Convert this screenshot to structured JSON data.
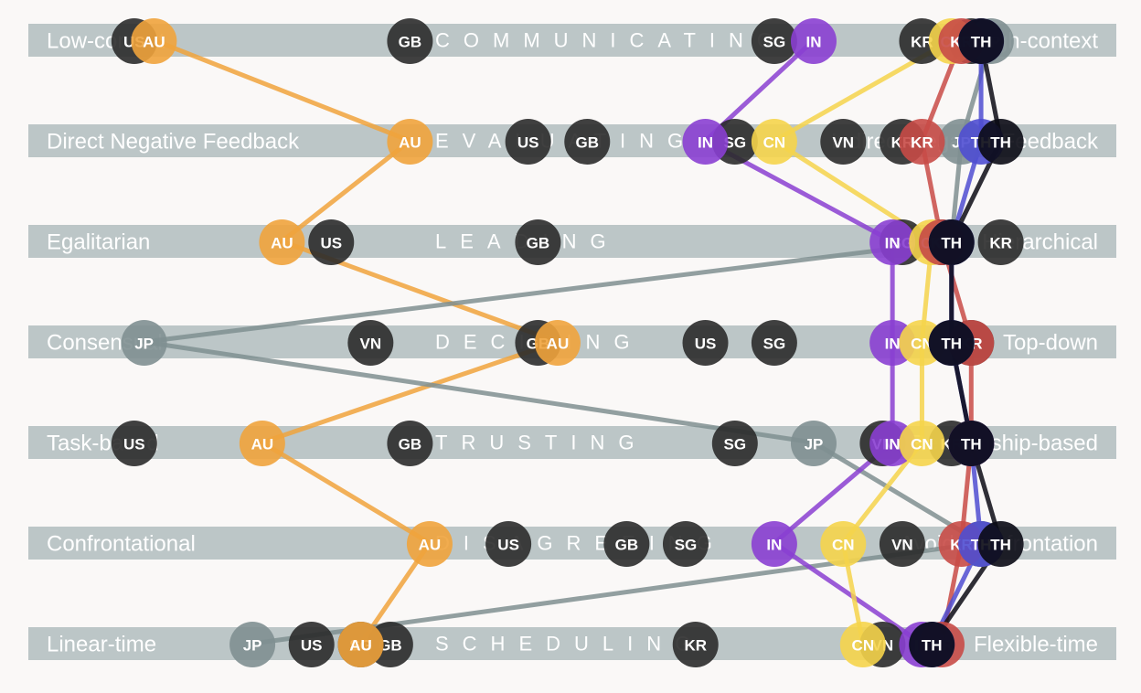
{
  "chart_data": {
    "type": "scatter",
    "title": "",
    "xlim": [
      0,
      100
    ],
    "dimensions": [
      {
        "name": "COMMUNICATING",
        "left": "Low-context",
        "right": "High-context"
      },
      {
        "name": "EVALUATING",
        "left": "Direct Negative Feedback",
        "right": "Indirect Negative Feedback"
      },
      {
        "name": "LEADING",
        "left": "Egalitarian",
        "right": "Hierarchical"
      },
      {
        "name": "DECIDING",
        "left": "Consensual",
        "right": "Top-down"
      },
      {
        "name": "TRUSTING",
        "left": "Task-based",
        "right": "Relationship-based"
      },
      {
        "name": "DISAGREEING",
        "left": "Confrontational",
        "right": "Avoids confrontation"
      },
      {
        "name": "SCHEDULING",
        "left": "Linear-time",
        "right": "Flexible-time"
      }
    ],
    "countries": [
      {
        "code": "US",
        "color": "#2b2b2b",
        "highlight": false,
        "values": [
          5,
          45,
          25,
          63,
          5,
          43,
          23
        ]
      },
      {
        "code": "GB",
        "color": "#2b2b2b",
        "highlight": false,
        "values": [
          33,
          51,
          46,
          46,
          33,
          55,
          31
        ]
      },
      {
        "code": "SG",
        "color": "#2b2b2b",
        "highlight": false,
        "values": [
          70,
          66,
          83,
          70,
          66,
          61,
          28
        ]
      },
      {
        "code": "KR",
        "color": "#2b2b2b",
        "highlight": false,
        "values": [
          85,
          83,
          93,
          90,
          88,
          91,
          62
        ]
      },
      {
        "code": "VN",
        "color": "#2b2b2b",
        "highlight": false,
        "values": [
          90,
          77,
          87,
          29,
          81,
          83,
          81
        ]
      },
      {
        "code": "AU",
        "color": "#f0a33c",
        "highlight": true,
        "values": [
          7,
          33,
          20,
          48,
          18,
          35,
          28
        ]
      },
      {
        "code": "JP",
        "color": "#7f8f91",
        "highlight": true,
        "values": [
          92,
          89,
          88,
          6,
          74,
          91,
          17
        ]
      },
      {
        "code": "IN",
        "color": "#8a3fd1",
        "highlight": true,
        "values": [
          74,
          63,
          82,
          82,
          82,
          70,
          85
        ]
      },
      {
        "code": "CN",
        "color": "#f5d44b",
        "highlight": true,
        "values": [
          88,
          70,
          86,
          85,
          85,
          77,
          79
        ]
      },
      {
        "code": "KR2",
        "label": "KR",
        "color": "#c84b47",
        "highlight": true,
        "values": [
          89,
          85,
          87,
          90,
          90,
          89,
          87
        ]
      },
      {
        "code": "TH2",
        "label": "TH",
        "color": "#4f4ed1",
        "highlight": true,
        "values": [
          91,
          91,
          88,
          88,
          90,
          91,
          86
        ]
      },
      {
        "code": "TH",
        "color": "#0a0a14",
        "highlight": true,
        "values": [
          91,
          93,
          88,
          88,
          90,
          93,
          86
        ]
      }
    ]
  }
}
